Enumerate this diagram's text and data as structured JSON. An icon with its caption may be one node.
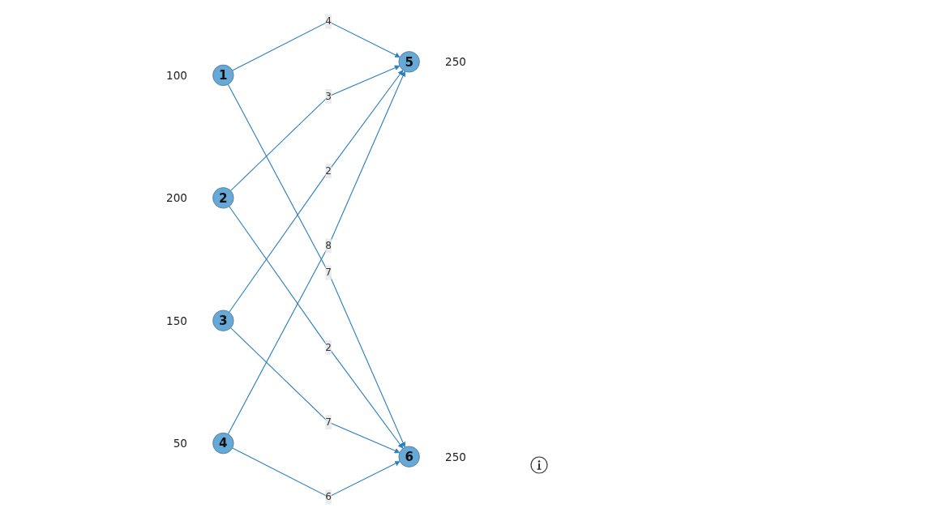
{
  "diagram": {
    "nodes": [
      {
        "text": [
          "1"
        ],
        "beside": [
          "100"
        ]
      },
      {
        "text": [
          "2"
        ],
        "beside": [
          "200"
        ]
      },
      {
        "text": [
          "3"
        ],
        "beside": [
          "150"
        ]
      },
      {
        "text": [
          "4"
        ],
        "beside": [
          "50"
        ]
      },
      {
        "text": [
          "5"
        ],
        "beside": [
          "250"
        ]
      },
      {
        "text": [
          "6"
        ],
        "beside": [
          "250"
        ]
      }
    ],
    "edges": [
      {
        "from": 0,
        "to": 4,
        "arrow": "to",
        "label": "4"
      },
      {
        "from": 0,
        "to": 5,
        "arrow": "to",
        "label": "7"
      },
      {
        "from": 1,
        "to": 4,
        "arrow": "to",
        "label": "3"
      },
      {
        "from": 1,
        "to": 5,
        "arrow": "to",
        "label": "2"
      },
      {
        "from": 2,
        "to": 4,
        "arrow": "to",
        "label": "2"
      },
      {
        "from": 2,
        "to": 5,
        "arrow": "to",
        "label": "7"
      },
      {
        "from": 3,
        "to": 4,
        "arrow": "to",
        "label": "8"
      },
      {
        "from": 3,
        "to": 5,
        "arrow": "to",
        "label": "6"
      }
    ]
  }
}
